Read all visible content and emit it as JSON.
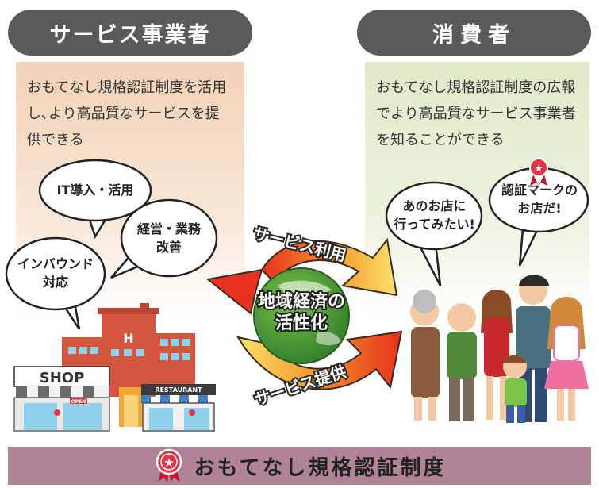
{
  "provider": {
    "title": "サービス事業者",
    "description": "おもてなし規格認証制度を活用し､より高品質なサービスを提供できる",
    "bubbles": {
      "it": "IT導入・活用",
      "management": "経営・業務\n改善",
      "inbound": "インバウンド\n対応"
    },
    "sign_shop": "SHOP",
    "sign_open": "OPEN",
    "sign_hotel": "H",
    "sign_restaurant": "RESTAURANT"
  },
  "consumer": {
    "title": "消費者",
    "description": "おもてなし規格認証制度の広報でより高品質なサービス事業者を知ることができる",
    "bubbles": {
      "visit": "あのお店に\n行ってみたい!",
      "certified": "認証マークの\nお店だ!"
    }
  },
  "cycle": {
    "center": "地域経済の\n活性化",
    "top_arrow": "サービス利用",
    "bottom_arrow": "サービス提供"
  },
  "footer": {
    "title": "おもてなし規格認証制度"
  },
  "colors": {
    "pill": "#5b5a5a",
    "footer": "#b08497",
    "provider_panel": "#f2d2b7",
    "consumer_panel": "#dfe9c9",
    "badge": "#e2344b"
  }
}
